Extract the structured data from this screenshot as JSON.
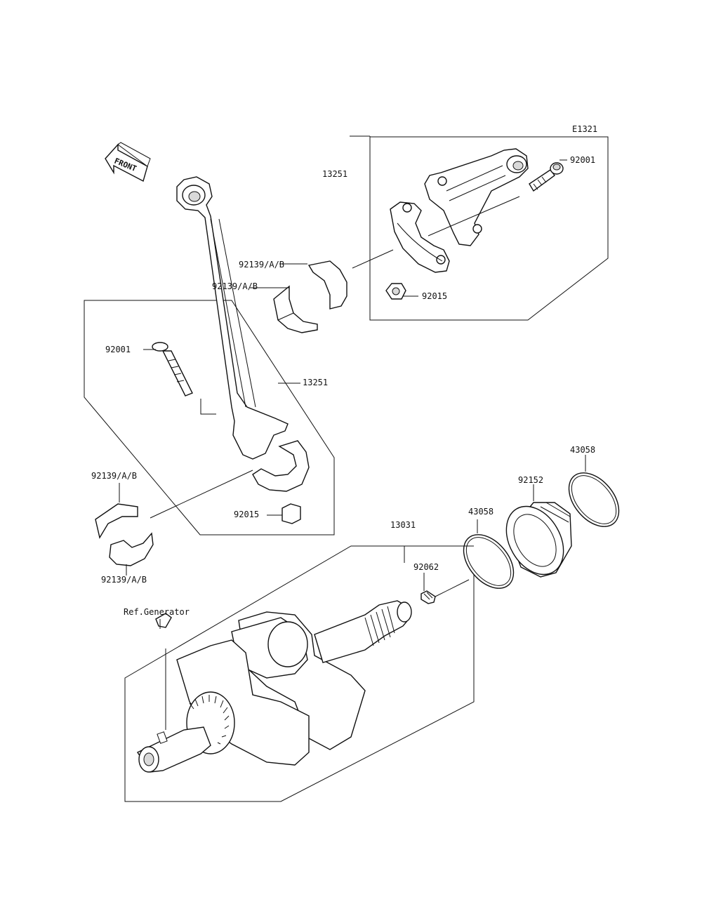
{
  "diagram": {
    "code": "E1321",
    "front_label": "FRONT",
    "callouts": {
      "rod_assembly_upper": "13251",
      "bolt_upper": "92001",
      "nut_upper": "92015",
      "bearing_upper_a": "92139/A/B",
      "bearing_upper_b": "92139/A/B",
      "bolt_lower": "92001",
      "rod_assembly_lower": "13251",
      "bearing_lower_a": "92139/A/B",
      "nut_lower": "92015",
      "bearing_lower_b": "92139/A/B",
      "crankshaft": "13031",
      "oring_small": "43058",
      "bearing_housing": "92152",
      "oring_large": "43058",
      "plug": "92062",
      "ref_generator": "Ref.Generator"
    }
  }
}
